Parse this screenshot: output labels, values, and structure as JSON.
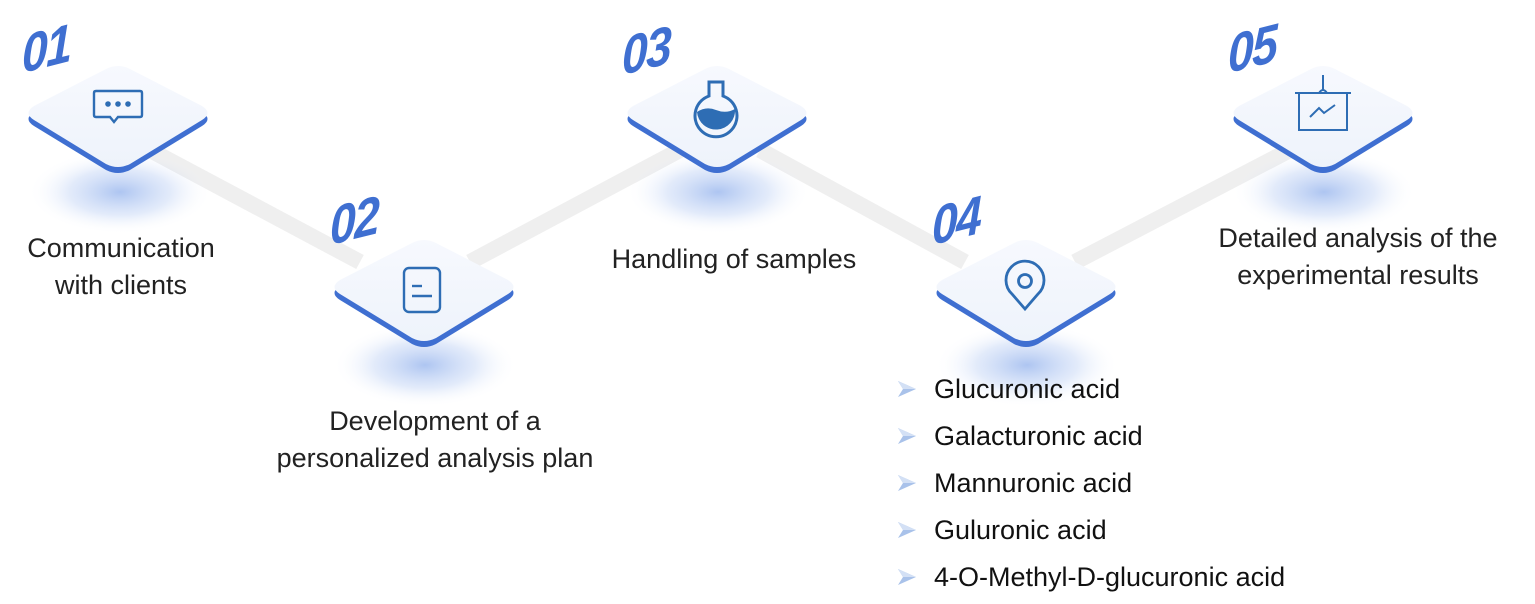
{
  "diagram": {
    "type": "process-flow",
    "accent_color": "#3f6fd1",
    "icon_color": "#2e6db4",
    "connector_color": "#eeeeee",
    "steps": [
      {
        "number": "01",
        "icon": "chat-bubble-icon",
        "label_line1": "Communication",
        "label_line2": "with clients"
      },
      {
        "number": "02",
        "icon": "document-icon",
        "label_line1": "Development of a",
        "label_line2": "personalized analysis plan"
      },
      {
        "number": "03",
        "icon": "flask-icon",
        "label_line1": "Handling of samples",
        "label_line2": ""
      },
      {
        "number": "04",
        "icon": "location-pin-icon",
        "label_line1": "",
        "label_line2": "",
        "items": [
          "Glucuronic acid",
          "Galacturonic acid",
          "Mannuronic acid",
          "Guluronic acid",
          "4-O-Methyl-D-glucuronic acid"
        ]
      },
      {
        "number": "05",
        "icon": "presentation-chart-icon",
        "label_line1": "Detailed analysis of the",
        "label_line2": "experimental results"
      }
    ]
  }
}
